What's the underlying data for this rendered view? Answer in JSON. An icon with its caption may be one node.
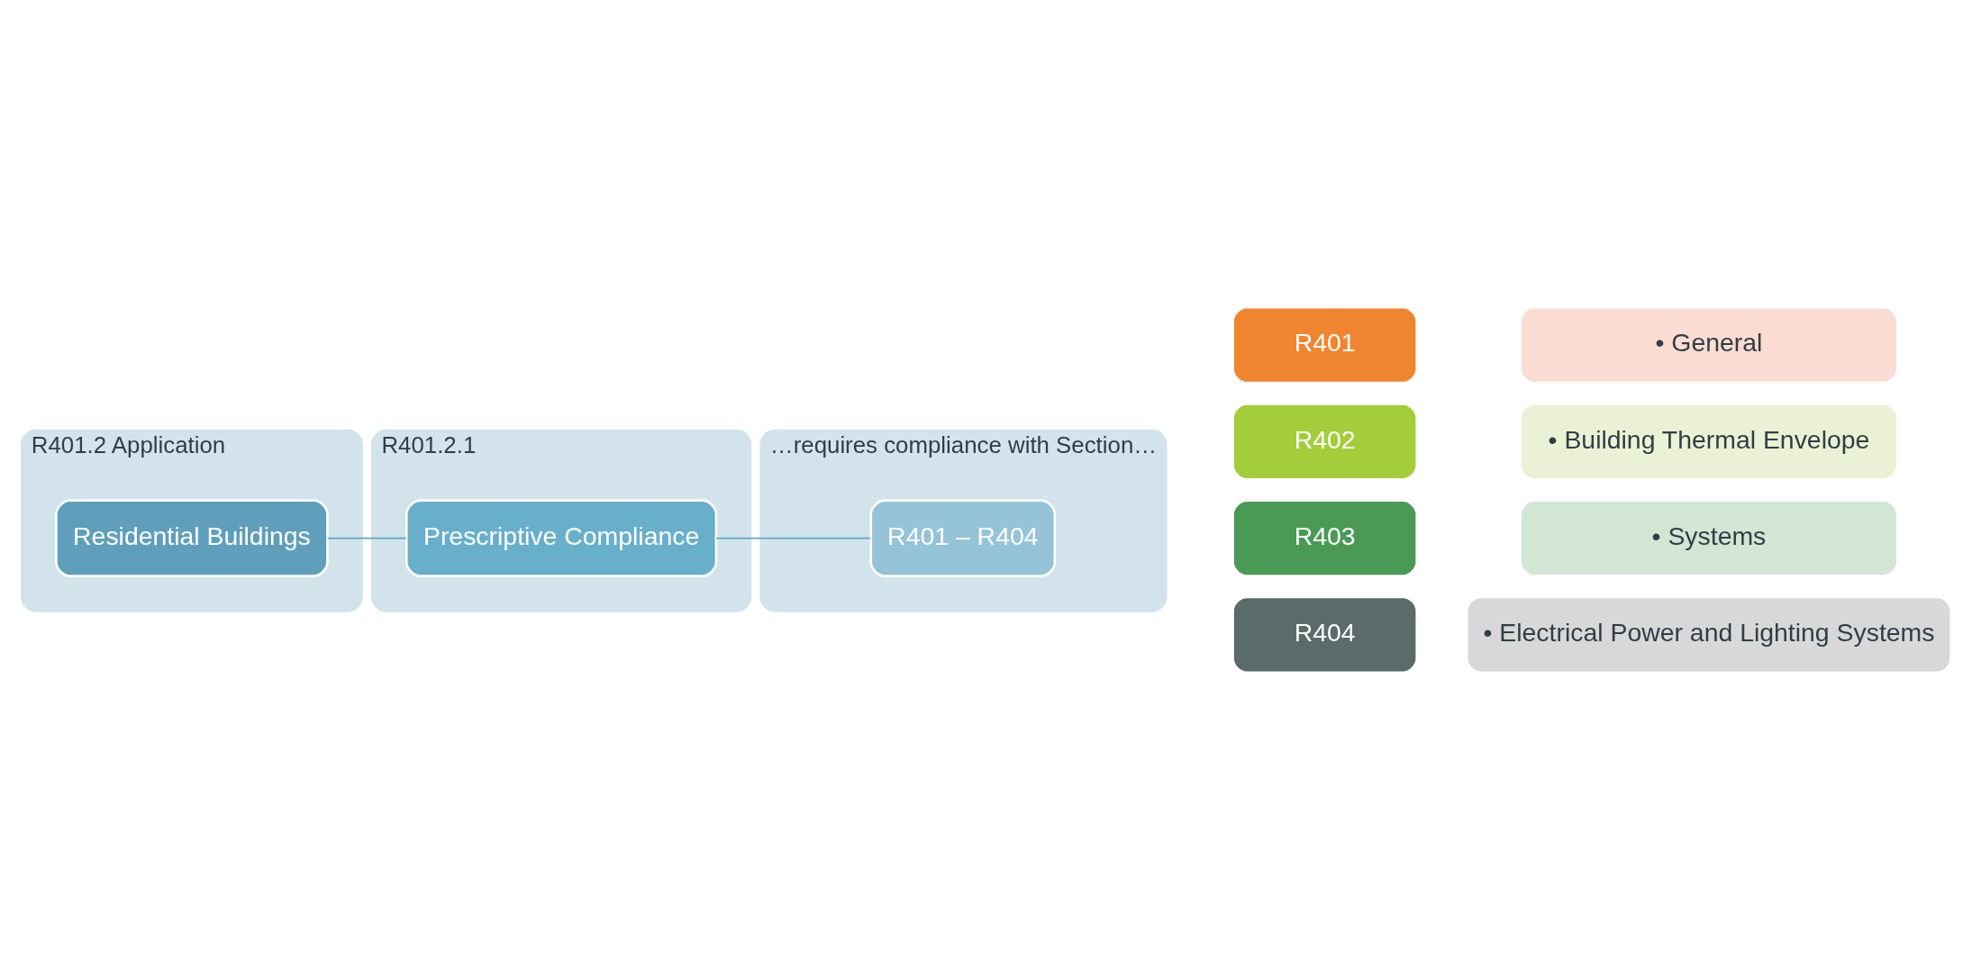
{
  "diagram": {
    "nodes": [
      {
        "text": [
          "R401.2 Application"
        ]
      },
      {
        "text": [
          "Residential Buildings"
        ],
        "in": 0
      },
      {
        "text": [
          "R401.2.1"
        ]
      },
      {
        "text": [
          "Prescriptive Compliance"
        ],
        "in": 2
      },
      {
        "text": [
          "…requires compliance with Section…"
        ]
      },
      {
        "text": [
          "R401 – R404"
        ],
        "in": 4
      },
      {
        "text": [
          "R401"
        ]
      },
      {
        "text": [
          "• General"
        ]
      },
      {
        "text": [
          "R402"
        ]
      },
      {
        "text": [
          "• Building Thermal Envelope"
        ]
      },
      {
        "text": [
          "R403"
        ]
      },
      {
        "text": [
          "• Systems"
        ]
      },
      {
        "text": [
          "R404"
        ]
      },
      {
        "text": [
          "• Electrical Power and Lighting Systems"
        ]
      }
    ],
    "edges": [
      {
        "from": 1,
        "to": 3,
        "arrow": "none"
      },
      {
        "from": 3,
        "to": 5,
        "arrow": "none"
      }
    ]
  }
}
